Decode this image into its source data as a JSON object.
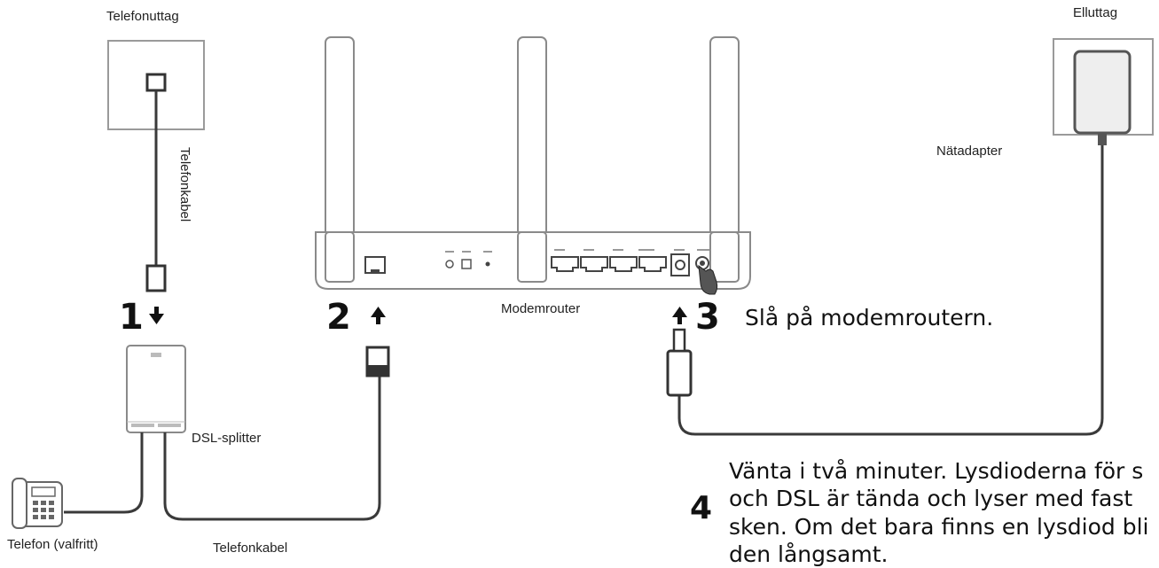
{
  "labels": {
    "wall_phone_socket": "Telefonuttag",
    "phone_cable_vertical": "Telefonkabel",
    "phone_cable_bottom": "Telefonkabel",
    "dsl_splitter": "DSL-splitter",
    "phone_optional": "Telefon (valfritt)",
    "modem_router": "Modemrouter",
    "power_outlet": "Elluttag",
    "power_adapter": "Nätadapter"
  },
  "steps": [
    {
      "number": "1"
    },
    {
      "number": "2"
    },
    {
      "number": "3",
      "text": "Slå på modemroutern."
    },
    {
      "number": "4",
      "lines": [
        "Vänta i två minuter. Lysdioderna för s",
        "och DSL är tända och lyser med fast",
        "sken. Om det bara finns en lysdiod bli",
        "den långsamt."
      ]
    }
  ],
  "colors": {
    "stroke": "#3a3a3a",
    "device_stroke": "#8a8a8a",
    "text": "#111111"
  }
}
